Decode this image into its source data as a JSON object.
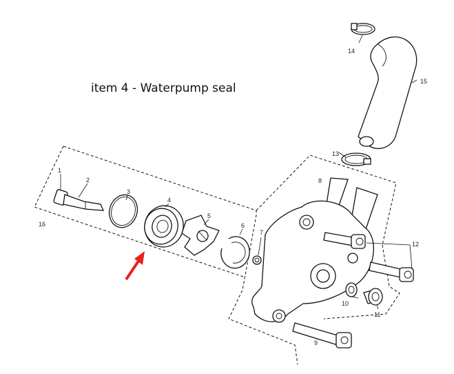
{
  "caption": "item 4 - Waterpump seal",
  "callouts": {
    "p1": "1",
    "p2": "2",
    "p3": "3",
    "p4": "4",
    "p5": "5",
    "p6": "6",
    "p7": "7",
    "p8": "8",
    "p9": "9",
    "p10": "10",
    "p11": "11",
    "p12": "12",
    "p13": "13",
    "p14": "14",
    "p15": "15",
    "p16": "16"
  },
  "colors": {
    "arrow": "#e8201f",
    "line": "#111111"
  }
}
